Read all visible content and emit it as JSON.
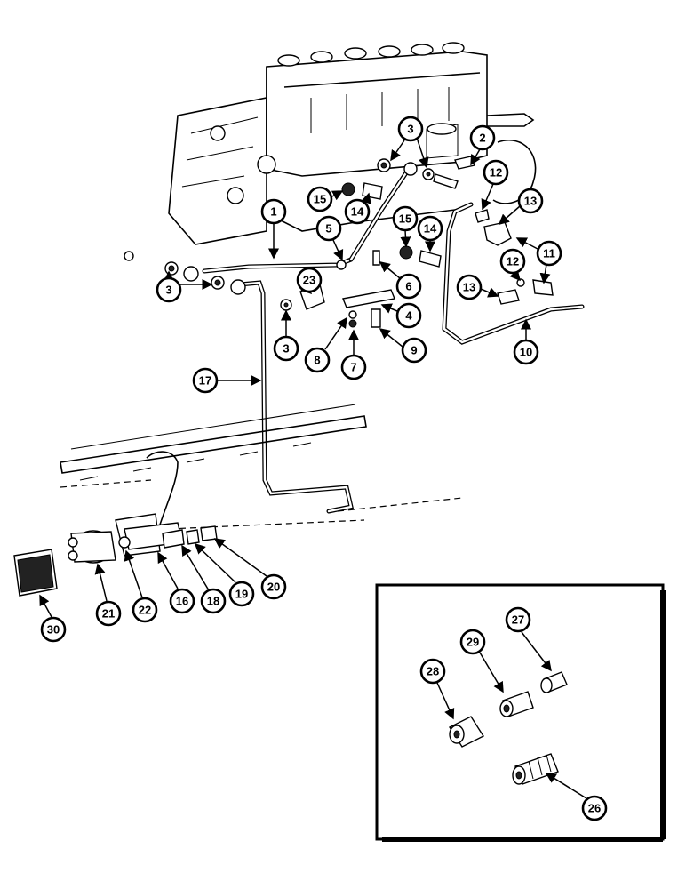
{
  "callouts": {
    "c1": "1",
    "c2": "2",
    "c3a": "3",
    "c3b": "3",
    "c3c": "3",
    "c4": "4",
    "c5": "5",
    "c6": "6",
    "c7": "7",
    "c8": "8",
    "c9": "9",
    "c10": "10",
    "c11": "11",
    "c12a": "12",
    "c12b": "12",
    "c13a": "13",
    "c13b": "13",
    "c14a": "14",
    "c14b": "14",
    "c15a": "15",
    "c15b": "15",
    "c16": "16",
    "c17": "17",
    "c18": "18",
    "c19": "19",
    "c20": "20",
    "c21": "21",
    "c22": "22",
    "c23": "23",
    "c26": "26",
    "c27": "27",
    "c28": "28",
    "c29": "29",
    "c30": "30"
  }
}
